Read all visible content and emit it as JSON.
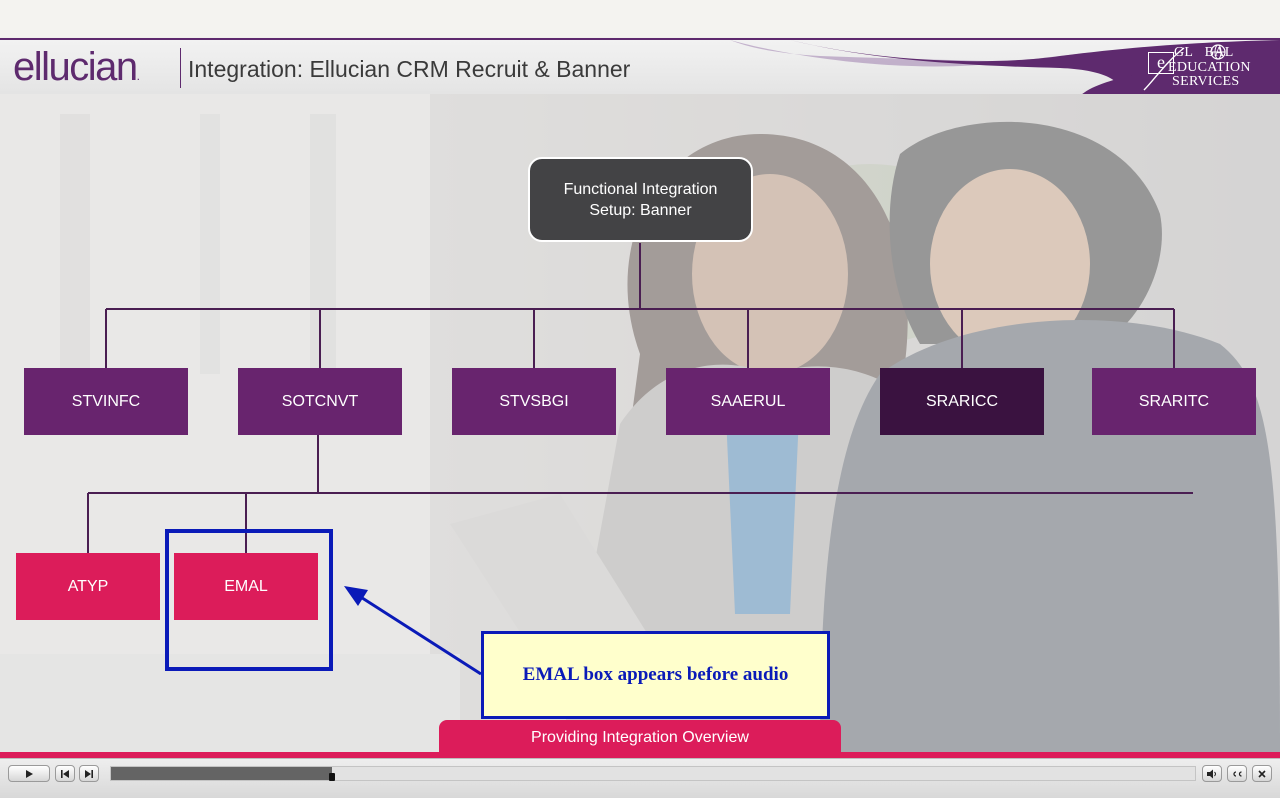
{
  "header": {
    "logo_text": "ellucian",
    "logo_mark": ".",
    "course_title": "Integration: Ellucian CRM Recruit & Banner",
    "brand": {
      "e_glyph": "e",
      "line1": "GL   BAL",
      "line2": "EDUCATION",
      "line3": "SERVICES"
    }
  },
  "diagram": {
    "root": {
      "line1": "Functional Integration",
      "line2": "Setup: Banner"
    },
    "level1": [
      "STVINFC",
      "SOTCNVT",
      "STVSBGI",
      "SAAERUL",
      "SRARICC",
      "SRARITC"
    ],
    "level2": [
      "ATYP",
      "EMAL"
    ]
  },
  "annotation": {
    "text": "EMAL box appears before audio"
  },
  "slide_tab": {
    "label": "Providing Integration Overview"
  },
  "playbar": {
    "progress": 0.204
  },
  "colors": {
    "brand_purple": "#5e2a6e",
    "box_purple": "#68246e",
    "box_dark_purple": "#3a1240",
    "accent_pink": "#dc1c5a",
    "annotation_blue": "#0a1ab8",
    "note_fill": "#ffffcc"
  },
  "icons": {
    "play": "play-icon",
    "previous": "skip-back-icon",
    "next": "skip-forward-icon",
    "volume": "volume-icon",
    "captions": "closed-captions-icon",
    "close": "close-icon",
    "globe": "globe-icon"
  }
}
